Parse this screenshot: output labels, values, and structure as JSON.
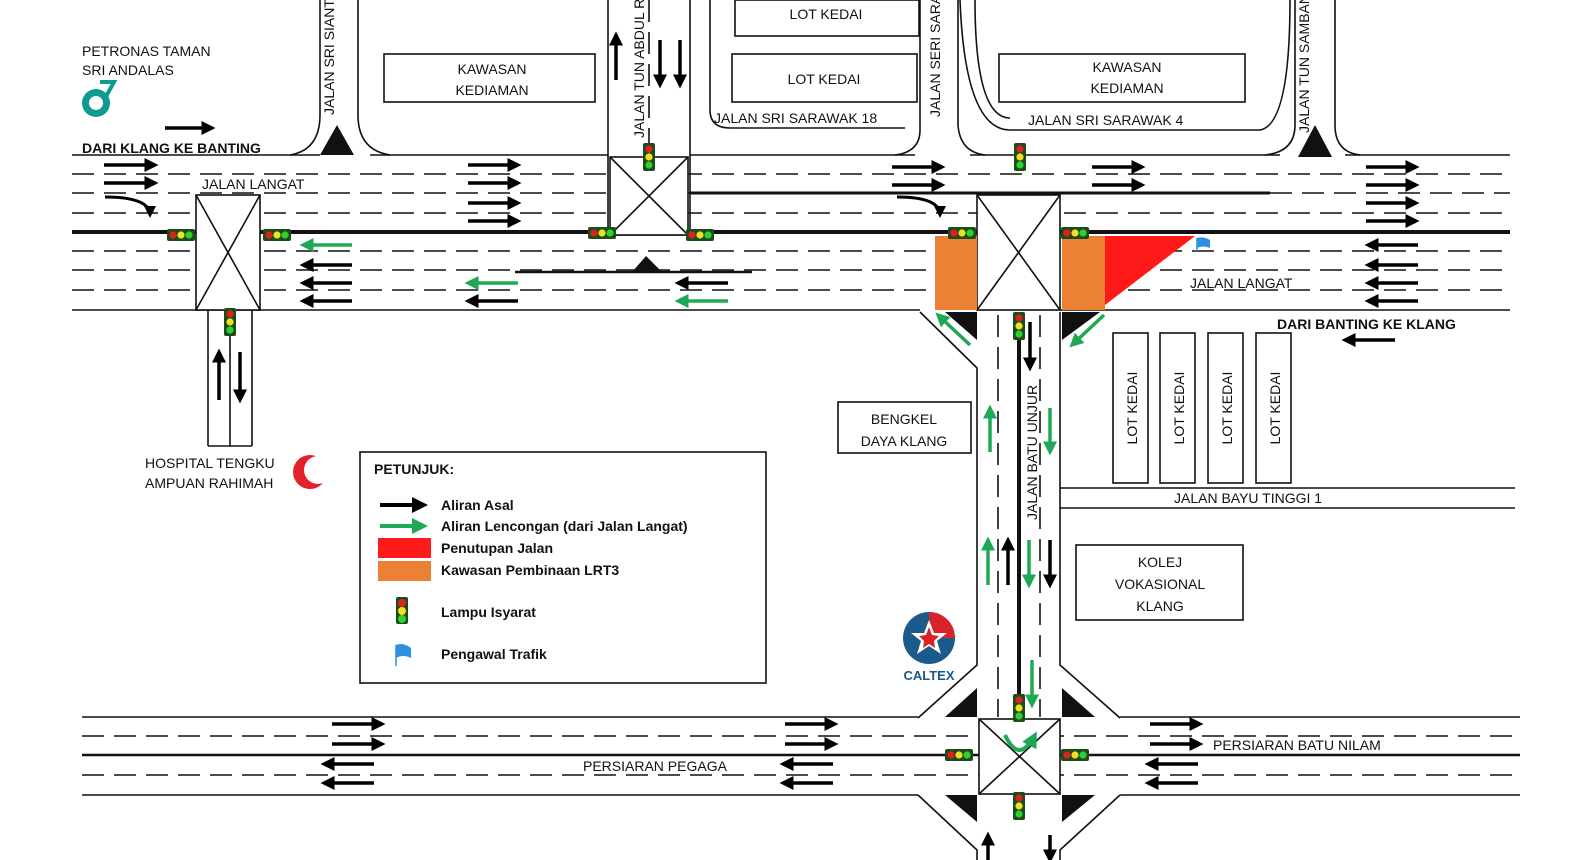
{
  "roads": {
    "jalan_langat_top": "JALAN LANGAT",
    "jalan_langat_right": "JALAN LANGAT",
    "jalan_sri_siantan": "JALAN SRI SIANTAN",
    "jalan_tun_abdul": "JALAN TUN ABDUL R",
    "jalan_seri_sarawak": "JALAN SERI SARAWAK",
    "jalan_tun_sambanthan": "JALAN TUN SAMBANTHAN",
    "jalan_sri_sarawak_18": "JALAN SRI SARAWAK 18",
    "jalan_sri_sarawak_4": "JALAN SRI SARAWAK 4",
    "jalan_batu_unjur": "JALAN BATU UNJUR",
    "jalan_bayu_tinggi_1": "JALAN BAYU TINGGI 1",
    "persiaran_pegaga": "PERSIARAN PEGAGA",
    "persiaran_batu_nilam": "PERSIARAN BATU NILAM"
  },
  "directions": {
    "klang_to_banting": "DARI KLANG KE BANTING",
    "banting_to_klang": "DARI BANTING KE KLANG"
  },
  "places": {
    "petronas_line1": "PETRONAS TAMAN",
    "petronas_line2": "SRI ANDALAS",
    "hospital_line1": "HOSPITAL TENGKU",
    "hospital_line2": "AMPUAN RAHIMAH",
    "kawasan_kediaman_1a": "KAWASAN",
    "kawasan_kediaman_1b": "KEDIAMAN",
    "kawasan_kediaman_2a": "KAWASAN",
    "kawasan_kediaman_2b": "KEDIAMAN",
    "lot_kedai_top1": "LOT KEDAI",
    "lot_kedai_top2": "LOT KEDAI",
    "lot_kedai_v": [
      "LOT KEDAI",
      "LOT KEDAI",
      "LOT KEDAI",
      "LOT KEDAI"
    ],
    "bengkel_1": "BENGKEL",
    "bengkel_2": "DAYA KLANG",
    "kolej_1": "KOLEJ",
    "kolej_2": "VOKASIONAL",
    "kolej_3": "KLANG",
    "caltex": "CALTEX"
  },
  "legend": {
    "title": "PETUNJUK:",
    "items": [
      {
        "label": "Aliran Asal",
        "color": "#000000"
      },
      {
        "label": "Aliran Lencongan (dari Jalan Langat)",
        "color": "#1fa855"
      },
      {
        "label": "Penutupan Jalan",
        "color": "#ff1a1a"
      },
      {
        "label": "Kawasan Pembinaan LRT3",
        "color": "#ec8035"
      },
      {
        "label": "Lampu Isyarat"
      },
      {
        "label": "Pengawal Trafik",
        "color": "#2f8fe0"
      }
    ]
  }
}
